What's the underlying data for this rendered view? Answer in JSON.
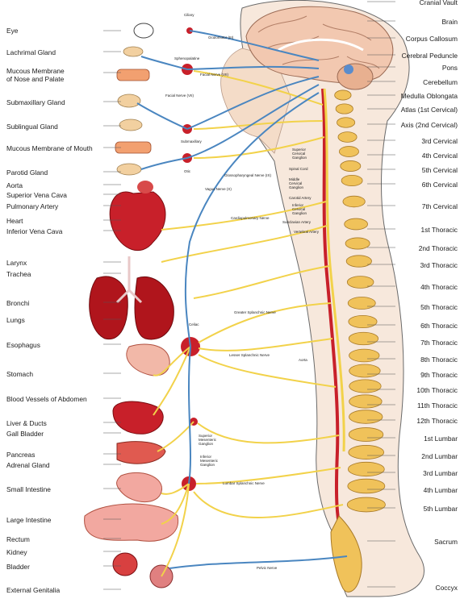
{
  "left_labels": [
    "Eye",
    "Lachrimal Gland",
    "Mucous Membrane\nof Nose and Palate",
    "Submaxillary Gland",
    "Sublingual Gland",
    "Mucous Membrane of Mouth",
    "Parotid Gland",
    "Aorta",
    "Superior Vena Cava",
    "Pulmonary Artery",
    "Heart",
    "Inferior Vena Cava",
    "Larynx",
    "Trachea",
    "Bronchi",
    "Lungs",
    "Esophagus",
    "Stomach",
    "Blood Vessels of Abdomen",
    "Liver & Ducts",
    "Gall Bladder",
    "Pancreas",
    "Adrenal Gland",
    "Small Intestine",
    "Large Intestine",
    "Rectum",
    "Kidney",
    "Bladder",
    "External Genitalia"
  ],
  "right_labels": [
    "Cranial Vault",
    "Brain",
    "Corpus Callosum",
    "Cerebral Peduncle",
    "Pons",
    "Cerebellum",
    "Medulla Oblongata",
    "Atlas (1st Cervical)",
    "Axis (2nd Cervical)",
    "3rd Cervical",
    "4th Cervical",
    "5th Cervical",
    "6th Cervical",
    "7th Cervical",
    "1st Thoracic",
    "2nd Thoracic",
    "3rd Thoracic",
    "4th Thoracic",
    "5th Thoracic",
    "6th Thoracic",
    "7th Thoracic",
    "8th Thoracic",
    "9th Thoracic",
    "10th Thoracic",
    "11th Thoracic",
    "12th Thoracic",
    "1st Lumbar",
    "2nd Lumbar",
    "3rd Lumbar",
    "4th Lumbar",
    "5th Lumbar",
    "Sacrum",
    "Coccyx"
  ],
  "inner_labels": [
    "Ciliary",
    "Oculomotor (III)",
    "Sphenopalatine",
    "Facial Nerve (VII)",
    "Facial Nerve (VII)",
    "Submaxillary",
    "Otic",
    "Glossopharyngeal Nerve (IX)",
    "Vagus Nerve (X)",
    "Superior Cervical Ganglion",
    "Spinal Cord",
    "Middle Cervical Ganglion",
    "Carotid Artery",
    "Inferior Cervical Ganglion",
    "Subclavian Artery",
    "Vertebral Artery",
    "Cardiopulmonary Nerve",
    "Greater Splanchnic Nerve",
    "Celiac",
    "Lesser Splanchnic Nerve",
    "Aorta",
    "Superior Mesenteric Ganglion",
    "Inferior Mesenteric Ganglion",
    "Lumbar Splanchnic Nerve",
    "Pelvic Nerve"
  ],
  "colors": {
    "nerve_yellow": "#f2d24a",
    "nerve_blue": "#4a86c0",
    "organ_red": "#c8202a",
    "skin": "#f4dcc8",
    "bone": "#f0c25a",
    "brain": "#f2c8b0"
  }
}
